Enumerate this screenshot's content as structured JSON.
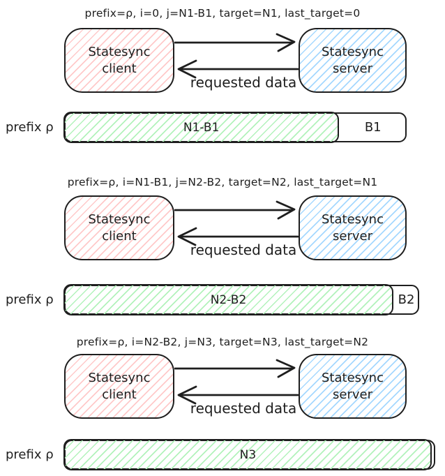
{
  "palette": {
    "stroke": "#1e1e1e",
    "client_fill": "#ffc9c9",
    "server_fill": "#a5d8ff",
    "synced_fill": "#b2f2bb",
    "background": "#ffffff"
  },
  "sections": [
    {
      "caption": "prefix=ρ, i=0, j=N1-B1, target=N1, last_target=0",
      "client_label": "Statesync\nclient",
      "server_label": "Statesync\nserver",
      "arrow_label": "requested data",
      "bar_label": "prefix ρ",
      "bar": {
        "synced_label": "N1-B1",
        "synced_width_pct": "81%",
        "remaining_label": "B1"
      }
    },
    {
      "caption": "prefix=ρ, i=N1-B1, j=N2-B2, target=N2, last_target=N1",
      "client_label": "Statesync\nclient",
      "server_label": "Statesync\nserver",
      "arrow_label": "requested data",
      "bar_label": "prefix ρ",
      "bar": {
        "synced_label": "N2-B2",
        "synced_width_pct": "93.5%",
        "remaining_label": "B2"
      }
    },
    {
      "caption": "prefix=ρ, i=N2-B2, j=N3, target=N3, last_target=N2",
      "client_label": "Statesync\nclient",
      "server_label": "Statesync\nserver",
      "arrow_label": "requested data",
      "bar_label": "prefix ρ",
      "bar": {
        "synced_label": "N3",
        "synced_width_pct": "100%"
      }
    }
  ]
}
